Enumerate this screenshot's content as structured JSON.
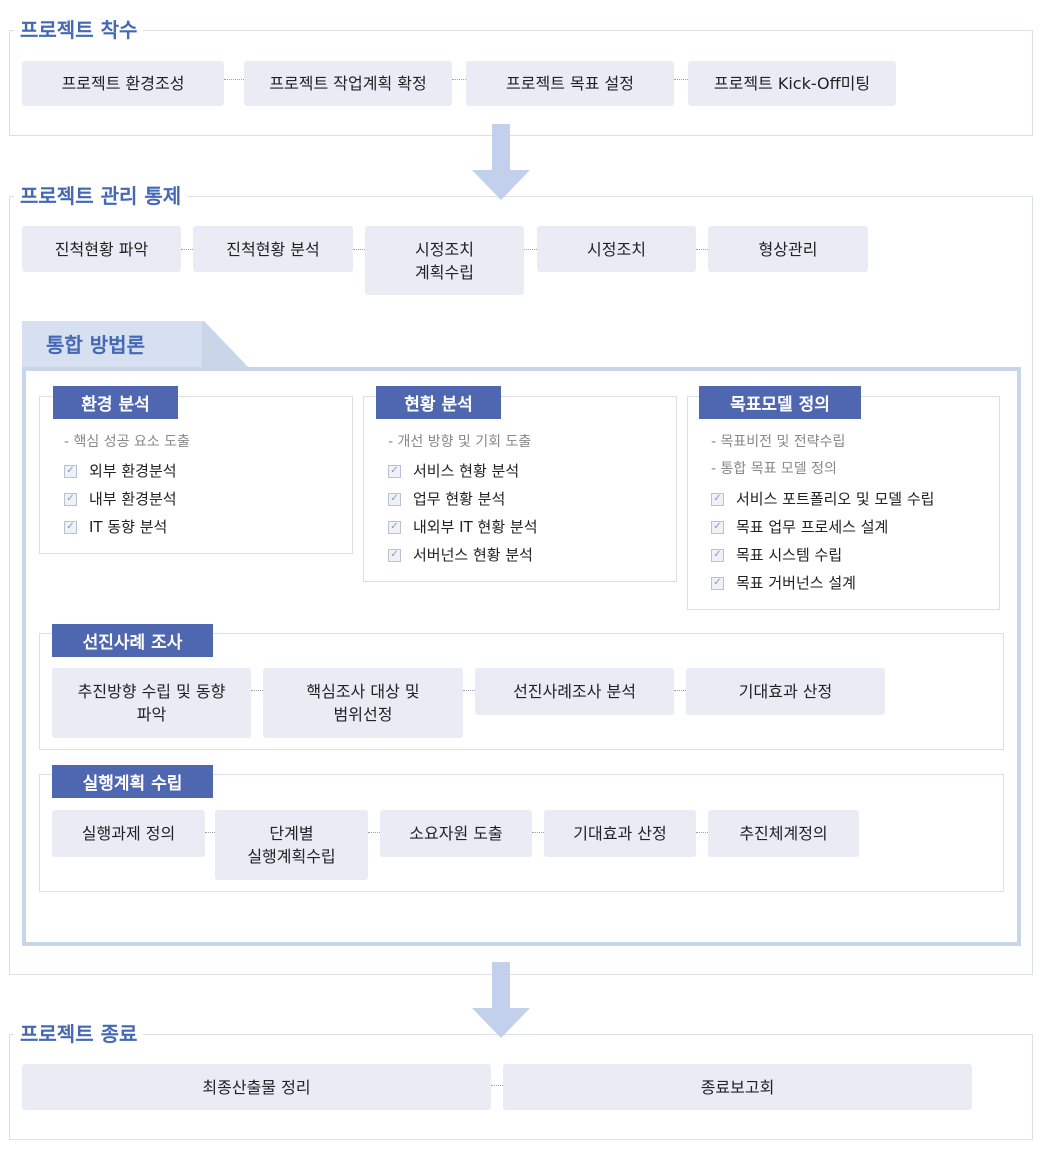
{
  "kickoff": {
    "title": "프로젝트 착수",
    "steps": [
      "프로젝트 환경조성",
      "프로젝트 작업계획 확정",
      "프로젝트 목표 설정",
      "프로젝트 Kick-Off미팅"
    ]
  },
  "control": {
    "title": "프로젝트 관리 통제",
    "steps": [
      "진척현황 파악",
      "진척현황 분석",
      "시정조치\n계획수립",
      "시정조치",
      "형상관리"
    ]
  },
  "methodology": {
    "title": "통합 방법론",
    "environment": {
      "label": "환경 분석",
      "subs": [
        "- 핵심 성공 요소 도출"
      ],
      "items": [
        "외부 환경분석",
        "내부 환경분석",
        "IT 동향 분석"
      ]
    },
    "current": {
      "label": "현황 분석",
      "subs": [
        "- 개선 방향 및 기회 도출"
      ],
      "items": [
        "서비스 현황 분석",
        "업무 현황 분석",
        "내외부 IT 현황 분석",
        "서버넌스 현황 분석"
      ]
    },
    "target": {
      "label": "목표모델 정의",
      "subs": [
        "- 목표비전 및 전략수립",
        "- 통합 목표 모델 정의"
      ],
      "items": [
        "서비스 포트폴리오 및 모델 수립",
        "목표 업무 프로세스 설계",
        "목표 시스템 수립",
        "목표 거버넌스 설계"
      ]
    },
    "bestpractice": {
      "label": "선진사례 조사",
      "steps": [
        "추진방향 수립 및 동향\n파악",
        "핵심조사 대상 및\n범위선정",
        "선진사례조사 분석",
        "기대효과 산정"
      ]
    },
    "execution": {
      "label": "실행계획 수립",
      "steps": [
        "실행과제 정의",
        "단계별\n실행계획수립",
        "소요자원 도출",
        "기대효과 산정",
        "추진체계정의"
      ]
    }
  },
  "closing": {
    "title": "프로젝트 종료",
    "steps": [
      "최종산출물 정리",
      "종료보고회"
    ]
  },
  "colors": {
    "accent": "#4468b4",
    "label_bg": "#4f67b1",
    "box_bg": "#e9ecf4",
    "frame": "#c9d6ea",
    "arrow": "#c2cfed"
  },
  "icons": {
    "flow_arrow": "down-arrow-icon",
    "checkbox": "checkbox-icon"
  }
}
